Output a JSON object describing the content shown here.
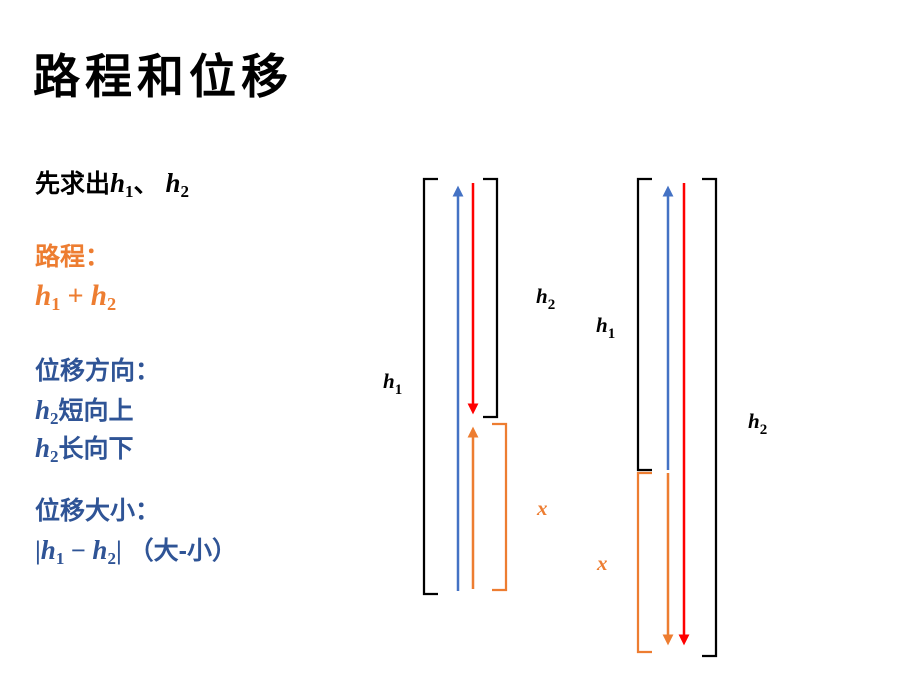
{
  "slide": {
    "title": "路程和位移"
  },
  "colors": {
    "orange": "#ED7D31",
    "blue": "#2F5496",
    "arrow_blue": "#4472C4",
    "arrow_red": "#FF0000"
  },
  "left_panel": {
    "intro": [
      {
        "t": "先求出",
        "s": "cjk"
      },
      {
        "t": "h",
        "s": "math"
      },
      {
        "t": "1",
        "s": "sub"
      },
      {
        "t": "、 ",
        "s": "cjk"
      },
      {
        "t": "h",
        "s": "math"
      },
      {
        "t": "2",
        "s": "sub"
      }
    ],
    "route_heading": "路程：",
    "route_formula": [
      {
        "t": "h",
        "s": "math"
      },
      {
        "t": "1",
        "s": "sub"
      },
      {
        "t": " + ",
        "s": "op"
      },
      {
        "t": "h",
        "s": "math"
      },
      {
        "t": "2",
        "s": "sub"
      }
    ],
    "direction_heading": "位移方向：",
    "direction_lines": [
      [
        {
          "t": "h",
          "s": "math"
        },
        {
          "t": "2",
          "s": "sub"
        },
        {
          "t": "短向上",
          "s": "cjk"
        }
      ],
      [
        {
          "t": "h",
          "s": "math"
        },
        {
          "t": "2",
          "s": "sub"
        },
        {
          "t": "长向下",
          "s": "cjk"
        }
      ]
    ],
    "magnitude_heading": "位移大小：",
    "magnitude_formula": [
      {
        "t": "|",
        "s": "op"
      },
      {
        "t": "h",
        "s": "math"
      },
      {
        "t": "1",
        "s": "sub"
      },
      {
        "t": " − ",
        "s": "op"
      },
      {
        "t": "h",
        "s": "math"
      },
      {
        "t": "2",
        "s": "sub"
      },
      {
        "t": "|",
        "s": "op"
      },
      {
        "t": " （大-小）",
        "s": "cjk"
      }
    ]
  },
  "diagram1": {
    "h1": {
      "base": "h",
      "sub": "1"
    },
    "h2": {
      "base": "h",
      "sub": "2"
    },
    "x": "x"
  },
  "diagram2": {
    "h1": {
      "base": "h",
      "sub": "1"
    },
    "h2": {
      "base": "h",
      "sub": "2"
    },
    "x": "x"
  }
}
